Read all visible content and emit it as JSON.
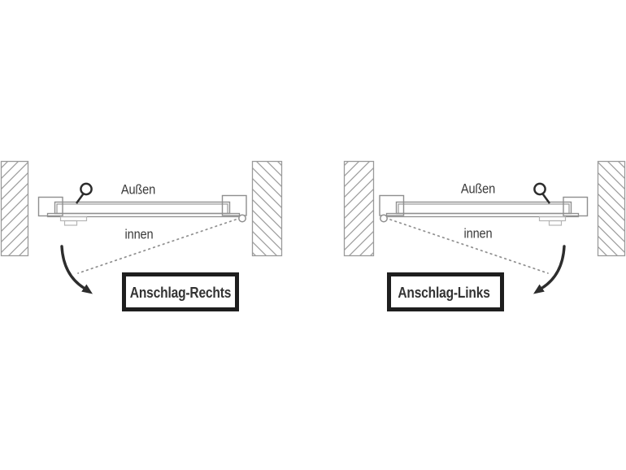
{
  "diagrams": {
    "left": {
      "outside_label": "Außen",
      "inside_label": "innen",
      "box_label": "Anschlag-Rechts"
    },
    "right": {
      "outside_label": "Außen",
      "inside_label": "innen",
      "box_label": "Anschlag-Links"
    }
  },
  "colors": {
    "background": "#ffffff",
    "drawing_gray": "#8f8f8f",
    "light_gray": "#b5b5b5",
    "dark_ink": "#2d2d2d",
    "box_border": "#1e1e1e",
    "text": "#3a3a3a"
  },
  "icons": {
    "door-handle-icon": "circle with diagonal stem",
    "hinge-pivot-icon": "small circle at door corner",
    "swing-arrow-icon": "curved arrow with solid head",
    "swing-path-icon": "dotted diagonal line",
    "wall-hatch-icon": "diagonal section hatching"
  }
}
